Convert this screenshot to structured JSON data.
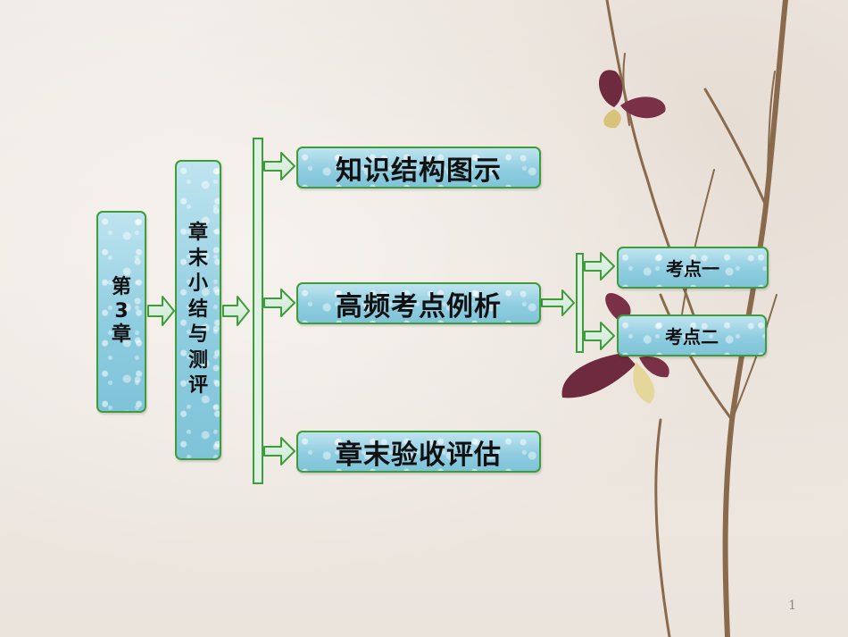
{
  "chapter": {
    "label_chars": [
      "第",
      "3",
      "章"
    ]
  },
  "summary": {
    "label_chars": [
      "章",
      "末",
      "小",
      "结",
      "与",
      "测",
      "评"
    ]
  },
  "sections": [
    {
      "label": "知识结构图示"
    },
    {
      "label": "高频考点例析"
    },
    {
      "label": "章末验收评估"
    }
  ],
  "points": [
    {
      "label": "考点一"
    },
    {
      "label": "考点二"
    }
  ],
  "page_number": "1",
  "colors": {
    "border": "#3f9c3a",
    "fill": "#8fcde0",
    "bar": "#dff1e4"
  }
}
